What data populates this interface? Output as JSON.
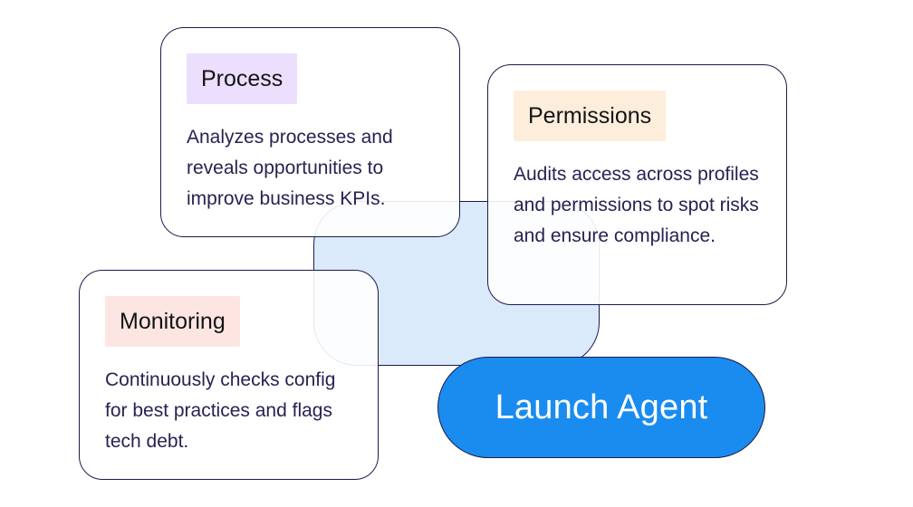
{
  "colors": {
    "accent_button": "#1a8cf0",
    "center_blob": "#dbeafb",
    "border": "#1e1b4b",
    "body_text": "#2a2152",
    "process_tag_bg": "#ebdffd",
    "permissions_tag_bg": "#fdeedc",
    "monitoring_tag_bg": "#fde6e1"
  },
  "cards": {
    "process": {
      "tag": "Process",
      "description": "Analyzes processes and reveals opportunities to improve business KPIs."
    },
    "permissions": {
      "tag": "Permissions",
      "description": "Audits access across profiles and permissions to spot risks and ensure compliance."
    },
    "monitoring": {
      "tag": "Monitoring",
      "description": "Continuously checks config for best practices and flags tech debt."
    }
  },
  "launch_button": {
    "label": "Launch Agent"
  }
}
